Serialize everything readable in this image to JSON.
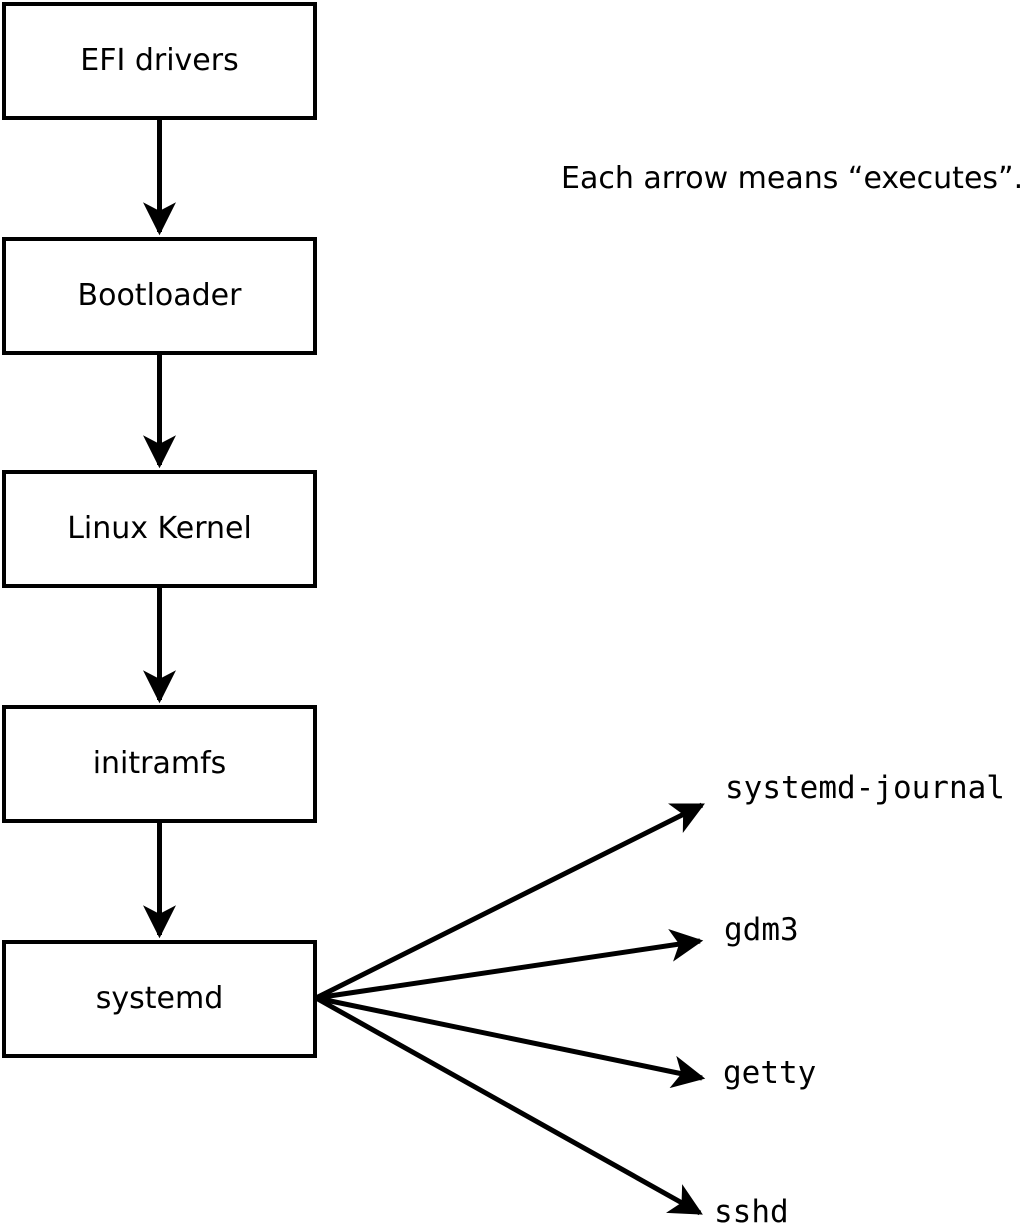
{
  "diagram": {
    "caption": "Each arrow means “executes”.",
    "boot_chain": [
      {
        "id": "efi-drivers",
        "label": "EFI drivers"
      },
      {
        "id": "bootloader",
        "label": "Bootloader"
      },
      {
        "id": "linux-kernel",
        "label": "Linux Kernel"
      },
      {
        "id": "initramfs",
        "label": "initramfs"
      },
      {
        "id": "systemd",
        "label": "systemd"
      }
    ],
    "spawned_processes": [
      {
        "id": "systemd-journal",
        "label": "systemd-journal"
      },
      {
        "id": "gdm3",
        "label": "gdm3"
      },
      {
        "id": "getty",
        "label": "getty"
      },
      {
        "id": "sshd",
        "label": "sshd"
      }
    ],
    "colors": {
      "line": "#000000",
      "text": "#000000",
      "box_fill": "#ffffff",
      "background": "#ffffff"
    }
  }
}
